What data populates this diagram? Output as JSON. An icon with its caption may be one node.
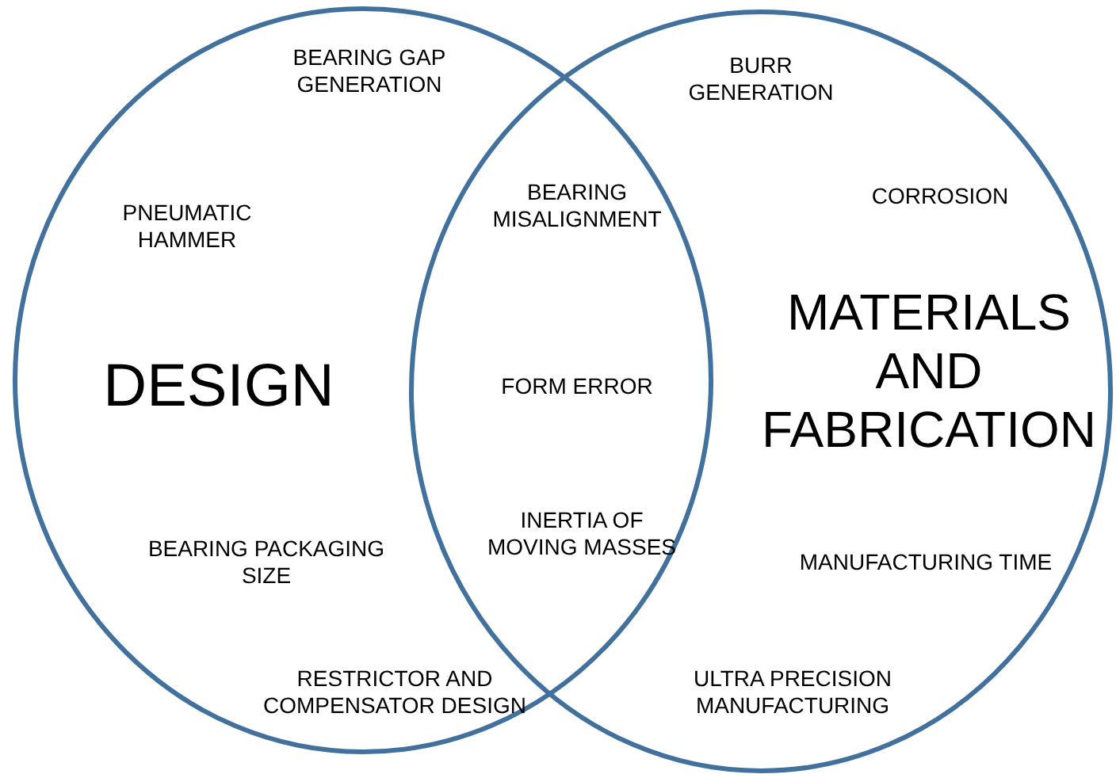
{
  "diagram": {
    "nodes": [
      {
        "text": [
          "DESIGN"
        ]
      },
      {
        "text": [
          "MATERIALS AND FABRICATION"
        ]
      }
    ],
    "labels": [
      "BEARING GAP GENERATION",
      "BURR GENERATION",
      "PNEUMATIC HAMMER",
      "CORROSION",
      "BEARING MISALIGNMENT",
      "FORM ERROR",
      "INERTIA OF MOVING MASSES",
      "BEARING PACKAGING SIZE",
      "MANUFACTURING TIME",
      "RESTRICTOR AND COMPENSATOR DESIGN",
      "ULTRA PRECISION MANUFACTURING"
    ]
  }
}
